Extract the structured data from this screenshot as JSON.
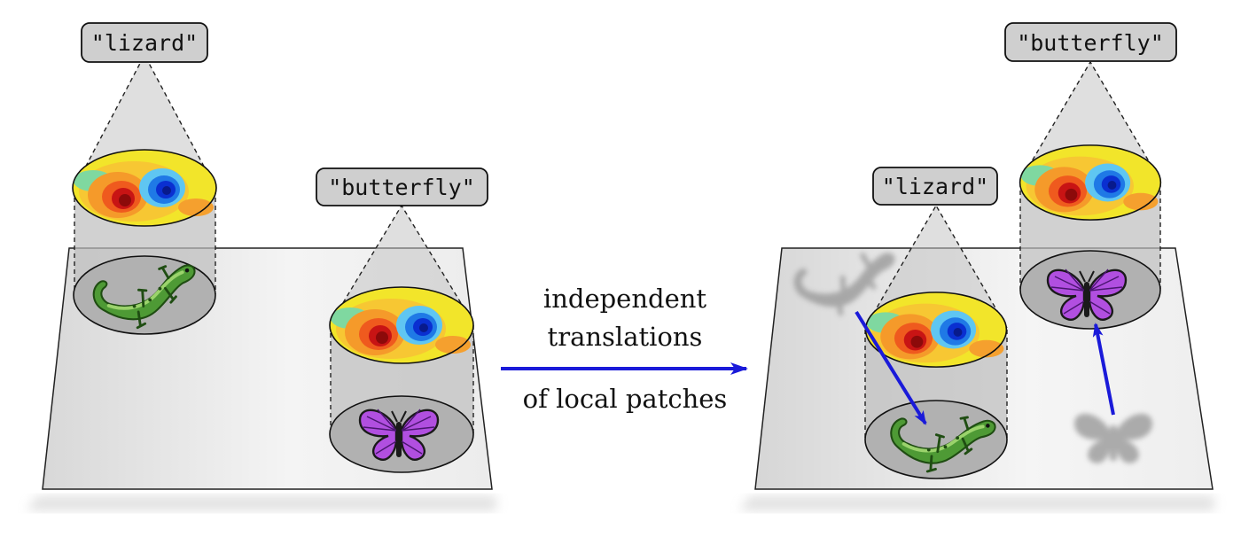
{
  "left_panel": {
    "lizard_tag": "\"lizard\"",
    "butterfly_tag": "\"butterfly\""
  },
  "transition": {
    "line1": "independent",
    "line2": "translations",
    "line3": "of local patches",
    "arrow_color": "#1a1ad9"
  },
  "right_panel": {
    "lizard_tag": "\"lizard\"",
    "butterfly_tag": "\"butterfly\""
  },
  "colors": {
    "plane_fill": "#e6e6e6",
    "patch_fill": "#b4b4b4",
    "cylinder_fill": "#cfcfcf",
    "tag_fill": "#cfcfcf",
    "lizard_green": "#4e9a35",
    "butterfly_purple": "#b14fe0"
  }
}
